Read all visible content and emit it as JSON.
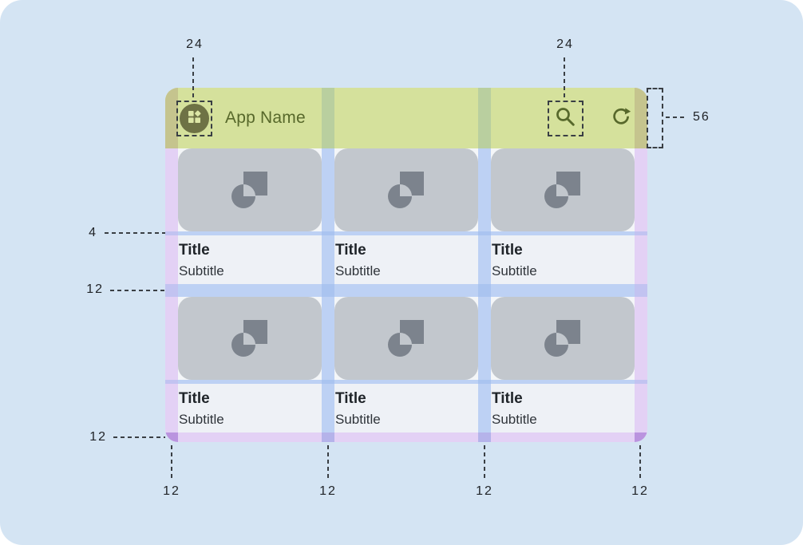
{
  "app": {
    "title": "App Name",
    "cards": [
      {
        "title": "Title",
        "subtitle": "Subtitle"
      },
      {
        "title": "Title",
        "subtitle": "Subtitle"
      },
      {
        "title": "Title",
        "subtitle": "Subtitle"
      },
      {
        "title": "Title",
        "subtitle": "Subtitle"
      },
      {
        "title": "Title",
        "subtitle": "Subtitle"
      },
      {
        "title": "Title",
        "subtitle": "Subtitle"
      }
    ]
  },
  "annotations": {
    "left_icon_size": "24",
    "right_icon_size": "24",
    "appbar_height": "56",
    "image_text_gap": "4",
    "row_gutter": "12",
    "bottom_margin": "12",
    "bottom_labels": [
      "12",
      "12",
      "12",
      "12"
    ]
  },
  "icons": {
    "appbar_left": "dashboard-icon",
    "appbar_search": "search-icon",
    "appbar_refresh": "refresh-icon",
    "card_placeholder": "image-placeholder-icon"
  },
  "colors": {
    "canvas_background": "#d4e4f3",
    "appbar_green": "#d5e19c",
    "appbar_foreground": "#57682b",
    "margin_overlay_purple": "#e3d1f5",
    "gutter_overlay_blue": "#bdd1f4",
    "margin_over_header": "#c5c48e",
    "gutter_over_header": "#b9cf9f",
    "card_image_gray": "#c2c7cd",
    "card_text_background": "#eef1f6",
    "annotation_line": "#3a3f44"
  }
}
